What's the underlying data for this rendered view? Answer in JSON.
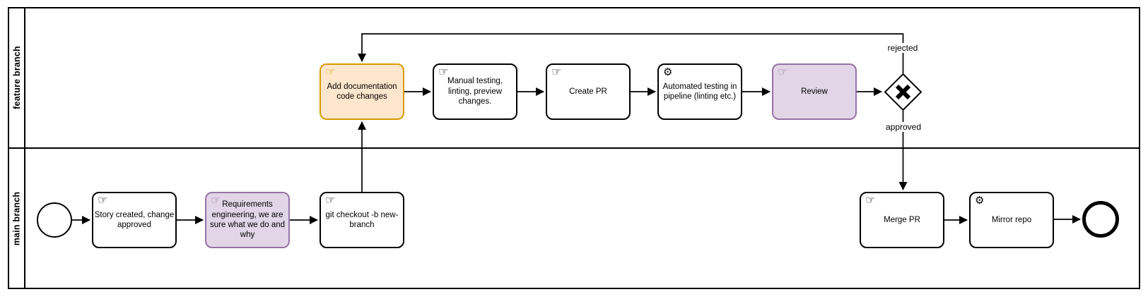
{
  "lanes": [
    {
      "label": "feature branch"
    },
    {
      "label": "main branch"
    }
  ],
  "icons": {
    "manual_task": "☞",
    "service_task": "⚙"
  },
  "colors": {
    "task_default_fill": "#ffffff",
    "task_default_stroke": "#000000",
    "orange_fill": "#ffe6cc",
    "orange_stroke": "#d79b00",
    "purple_fill": "#e1d5e7",
    "purple_stroke": "#9673a6"
  },
  "nodes": {
    "story": {
      "label": "Story created, change approved",
      "type": "manual-task"
    },
    "requirements": {
      "label": "Requirements engineering, we are sure what we do and why",
      "type": "manual-task",
      "color": "purple"
    },
    "checkout": {
      "label": "git checkout -b new-branch",
      "type": "manual-task"
    },
    "add_doc": {
      "label": "Add documentation code changes",
      "type": "manual-task",
      "color": "orange"
    },
    "manual_testing": {
      "label": "Manual testing, linting, preview changes.",
      "type": "manual-task"
    },
    "create_pr": {
      "label": "Create PR",
      "type": "manual-task"
    },
    "auto_testing": {
      "label": "Automated testing in pipeline (linting etc.)",
      "type": "service-task"
    },
    "review": {
      "label": "Review",
      "type": "manual-task",
      "color": "purple"
    },
    "merge_pr": {
      "label": "Merge PR",
      "type": "manual-task"
    },
    "mirror_repo": {
      "label": "Mirror repo",
      "type": "service-task"
    }
  },
  "edge_labels": {
    "rejected": "rejected",
    "approved": "approved"
  }
}
